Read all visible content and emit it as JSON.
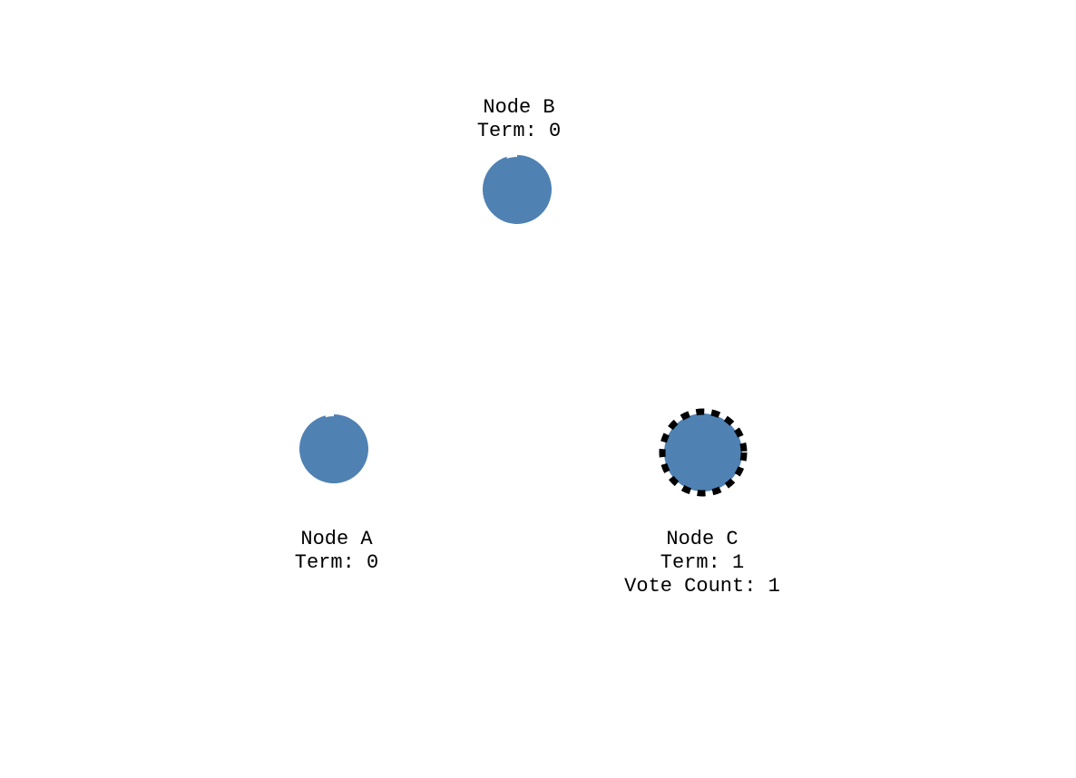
{
  "colors": {
    "node_fill": "#4f81b3",
    "outline": "#000000",
    "background": "#ffffff"
  },
  "nodes": [
    {
      "id": "A",
      "name": "Node A",
      "term": "Term: 0",
      "role": "follower",
      "election_timer_remaining": 0.96
    },
    {
      "id": "B",
      "name": "Node B",
      "term": "Term: 0",
      "role": "follower",
      "election_timer_remaining": 0.95
    },
    {
      "id": "C",
      "name": "Node C",
      "term": "Term: 1",
      "vote_count": "Vote Count: 1",
      "role": "candidate"
    }
  ]
}
